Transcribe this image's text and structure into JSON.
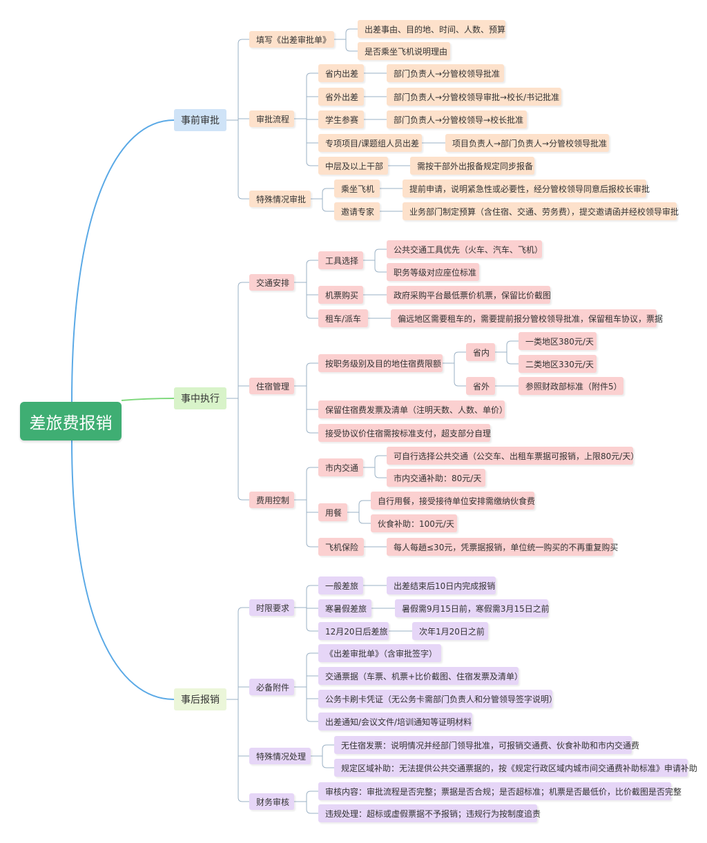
{
  "root": "差旅费报销",
  "colors": {
    "root": "#3fae73",
    "edge_blue": "#5aa9e6",
    "edge_green": "#7dd87a",
    "edge_purple": "#b48ee0"
  },
  "b1": {
    "label": "事前审批",
    "fill": {
      "label": "填写《出差审批单》",
      "item1": "出差事由、目的地、时间、人数、预算",
      "item2": "是否乘坐飞机说明理由"
    },
    "flow": {
      "label": "审批流程",
      "r1": {
        "label": "省内出差",
        "detail": "部门负责人→分管校领导批准"
      },
      "r2": {
        "label": "省外出差",
        "detail": "部门负责人→分管校领导审批→校长/书记批准"
      },
      "r3": {
        "label": "学生参赛",
        "detail": "部门负责人→分管校领导→校长批准"
      },
      "r4": {
        "label": "专项项目/课题组人员出差",
        "detail": "项目负责人→部门负责人→分管校领导批准"
      },
      "r5": {
        "label": "中层及以上干部",
        "detail": "需按干部外出报备规定同步报备"
      }
    },
    "special": {
      "label": "特殊情况审批",
      "r1": {
        "label": "乘坐飞机",
        "detail": "提前申请，说明紧急性或必要性，经分管校领导同意后报校长审批"
      },
      "r2": {
        "label": "邀请专家",
        "detail": "业务部门制定预算（含住宿、交通、劳务费），提交邀请函并经校领导审批"
      }
    }
  },
  "b2": {
    "label": "事中执行",
    "transport": {
      "label": "交通安排",
      "tool": {
        "label": "工具选择",
        "item1": "公共交通工具优先（火车、汽车、飞机）",
        "item2": "职务等级对应座位标准"
      },
      "ticket": {
        "label": "机票购买",
        "detail": "政府采购平台最低票价机票，保留比价截图"
      },
      "rent": {
        "label": "租车/派车",
        "detail": "偏远地区需要租车的，需要提前报分管校领导批准，保留租车协议，票据"
      }
    },
    "lodging": {
      "label": "住宿管理",
      "limit": {
        "label": "按职务级别及目的地住宿费限额",
        "inprov": {
          "label": "省内",
          "item1": "一类地区380元/天",
          "item2": "二类地区330元/天"
        },
        "outprov": {
          "label": "省外",
          "item1": "参照财政部标准（附件5）"
        }
      },
      "keep": "保留住宿费发票及清单（注明天数、人数、单价）",
      "accept": "接受协议价住宿需按标准支付，超支部分自理"
    },
    "cost": {
      "label": "费用控制",
      "city": {
        "label": "市内交通",
        "item1": "可自行选择公共交通（公交车、出租车票据可报销，上限80元/天）",
        "item2": "市内交通补助：80元/天"
      },
      "meal": {
        "label": "用餐",
        "item1": "自行用餐，接受接待单位安排需缴纳伙食费",
        "item2": "伙食补助：100元/天"
      },
      "ins": {
        "label": "飞机保险",
        "detail": "每人每趟≤30元，凭票据报销，单位统一购买的不再重复购买"
      }
    }
  },
  "b3": {
    "label": "事后报销",
    "time": {
      "label": "时限要求",
      "r1": {
        "label": "一般差旅",
        "detail": "出差结束后10日内完成报销"
      },
      "r2": {
        "label": "寒暑假差旅",
        "detail": "暑假需9月15日前，寒假需3月15日之前"
      },
      "r3": {
        "label": "12月20日后差旅",
        "detail": "次年1月20日之前"
      }
    },
    "attach": {
      "label": "必备附件",
      "i1": "《出差审批单》（含审批签字）",
      "i2": "交通票据（车票、机票+比价截图、住宿发票及清单）",
      "i3": "公务卡刷卡凭证（无公务卡需部门负责人和分管领导签字说明）",
      "i4": "出差通知/会议文件/培训通知等证明材料"
    },
    "special": {
      "label": "特殊情况处理",
      "i1": "无住宿发票：说明情况并经部门领导批准，可报销交通费、伙食补助和市内交通费",
      "i2": "规定区域补助：无法提供公共交通票据的，按《规定行政区域内城市间交通费补助标准》申请补助"
    },
    "audit": {
      "label": "财务审核",
      "i1": "审核内容：审批流程是否完整；票据是否合规；是否超标准；机票是否最低价，比价截图是否完整",
      "i2": "违规处理：超标或虚假票据不予报销；违规行为按制度追责"
    }
  }
}
